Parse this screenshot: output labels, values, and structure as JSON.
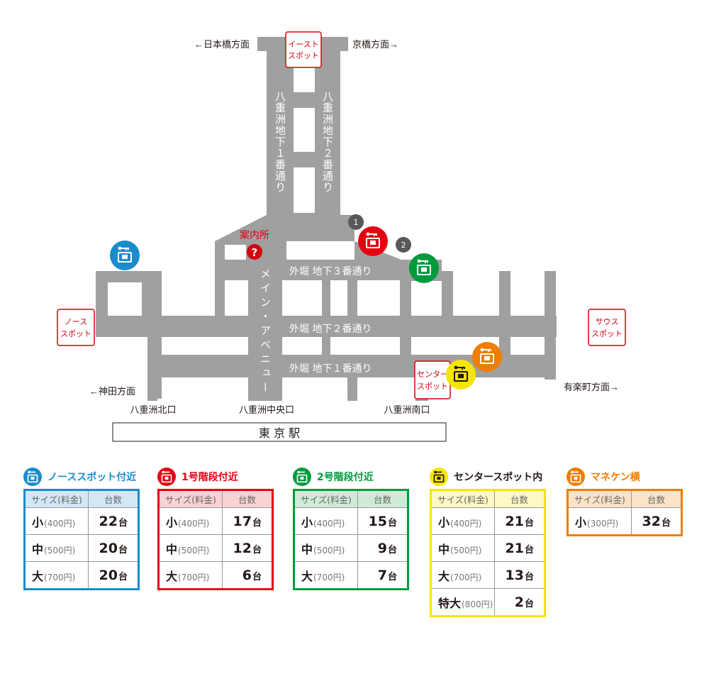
{
  "map": {
    "directions": {
      "nihonbashi": "←日本橋方面",
      "kyobashi": "京橋方面→",
      "kanda": "←神田方面",
      "yurakucho": "有楽町方面→"
    },
    "streets": {
      "chika1": "八重洲地下１番通り",
      "chika2": "八重洲地下２番通り",
      "main_avenue": "メイン・アベニュー",
      "sotobori3": "外堀 地下３番通り",
      "sotobori2": "外堀 地下２番通り",
      "sotobori1": "外堀 地下１番通り"
    },
    "spots": {
      "east": [
        "イースト",
        "スポット"
      ],
      "north": [
        "ノース",
        "スポット"
      ],
      "south": [
        "サウス",
        "スポット"
      ],
      "center": [
        "センター",
        "スポット"
      ]
    },
    "info": "案内所",
    "exits": {
      "north": "八重洲北口",
      "central": "八重洲中央口",
      "south": "八重洲南口"
    },
    "station": "東 京 駅",
    "stairs": [
      "1",
      "2"
    ]
  },
  "locker_groups": [
    {
      "title": "ノーススポット付近",
      "color": "#1a8ccb",
      "header_bg": "#d2e8f5",
      "columns": [
        "サイズ(料金)",
        "台数"
      ],
      "rows": [
        {
          "size": "小",
          "fee": "(400円)",
          "count": "22",
          "unit": "台"
        },
        {
          "size": "中",
          "fee": "(500円)",
          "count": "20",
          "unit": "台"
        },
        {
          "size": "大",
          "fee": "(700円)",
          "count": "20",
          "unit": "台"
        }
      ]
    },
    {
      "title": "1号階段付近",
      "color": "#e50012",
      "header_bg": "#f9d2d3",
      "columns": [
        "サイズ(料金)",
        "台数"
      ],
      "rows": [
        {
          "size": "小",
          "fee": "(400円)",
          "count": "17",
          "unit": "台"
        },
        {
          "size": "中",
          "fee": "(500円)",
          "count": "12",
          "unit": "台"
        },
        {
          "size": "大",
          "fee": "(700円)",
          "count": "6",
          "unit": "台"
        }
      ]
    },
    {
      "title": "2号階段付近",
      "color": "#009a3e",
      "header_bg": "#d0ead8",
      "columns": [
        "サイズ(料金)",
        "台数"
      ],
      "rows": [
        {
          "size": "小",
          "fee": "(400円)",
          "count": "15",
          "unit": "台"
        },
        {
          "size": "中",
          "fee": "(500円)",
          "count": "9",
          "unit": "台"
        },
        {
          "size": "大",
          "fee": "(700円)",
          "count": "7",
          "unit": "台"
        }
      ]
    },
    {
      "title": "センタースポット内",
      "color": "#f5e600",
      "header_bg": "#fdf8c5",
      "columns": [
        "サイズ(料金)",
        "台数"
      ],
      "rows": [
        {
          "size": "小",
          "fee": "(400円)",
          "count": "21",
          "unit": "台"
        },
        {
          "size": "中",
          "fee": "(500円)",
          "count": "21",
          "unit": "台"
        },
        {
          "size": "大",
          "fee": "(700円)",
          "count": "13",
          "unit": "台"
        },
        {
          "size": "特大",
          "fee": "(800円)",
          "count": "2",
          "unit": "台"
        }
      ]
    },
    {
      "title": "マネケン横",
      "color": "#ee7d00",
      "header_bg": "#fbe3c8",
      "columns": [
        "サイズ(料金)",
        "台数"
      ],
      "rows": [
        {
          "size": "小",
          "fee": "(300円)",
          "count": "32",
          "unit": "台"
        }
      ]
    }
  ],
  "colors": {
    "road": "#a0a0a0",
    "spot_red": "#d7000f",
    "text": "#231815"
  }
}
